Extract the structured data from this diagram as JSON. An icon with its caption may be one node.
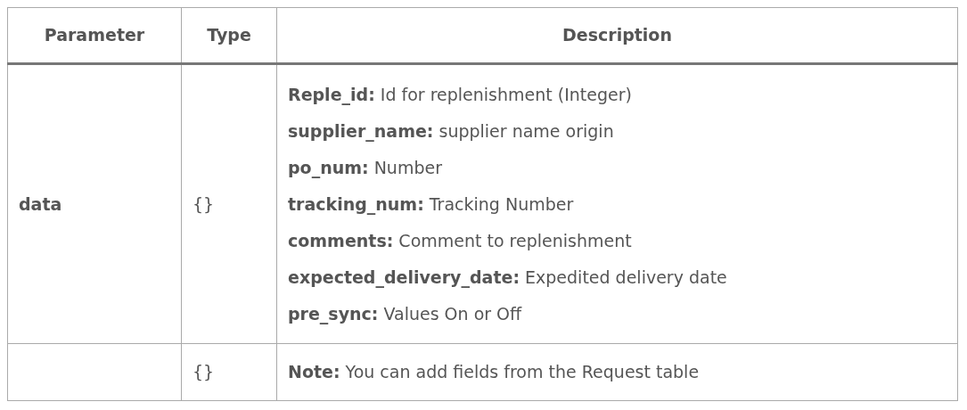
{
  "diagram": {
    "labels": [
      "Parameter",
      "Type",
      "Description",
      "data",
      "{}",
      "**Reple_id:** Id for replenishment (Integer)",
      "**supplier_name:** supplier name origin",
      "**po_num:** Number",
      "**tracking_num:** Tracking Number",
      "**comments:** Comment to replenishment",
      "**expected_delivery_date:** Expedited delivery date",
      "**pre_sync:** Values On or Off",
      "{}",
      "**Note:** You can add fields from the Request table"
    ]
  }
}
